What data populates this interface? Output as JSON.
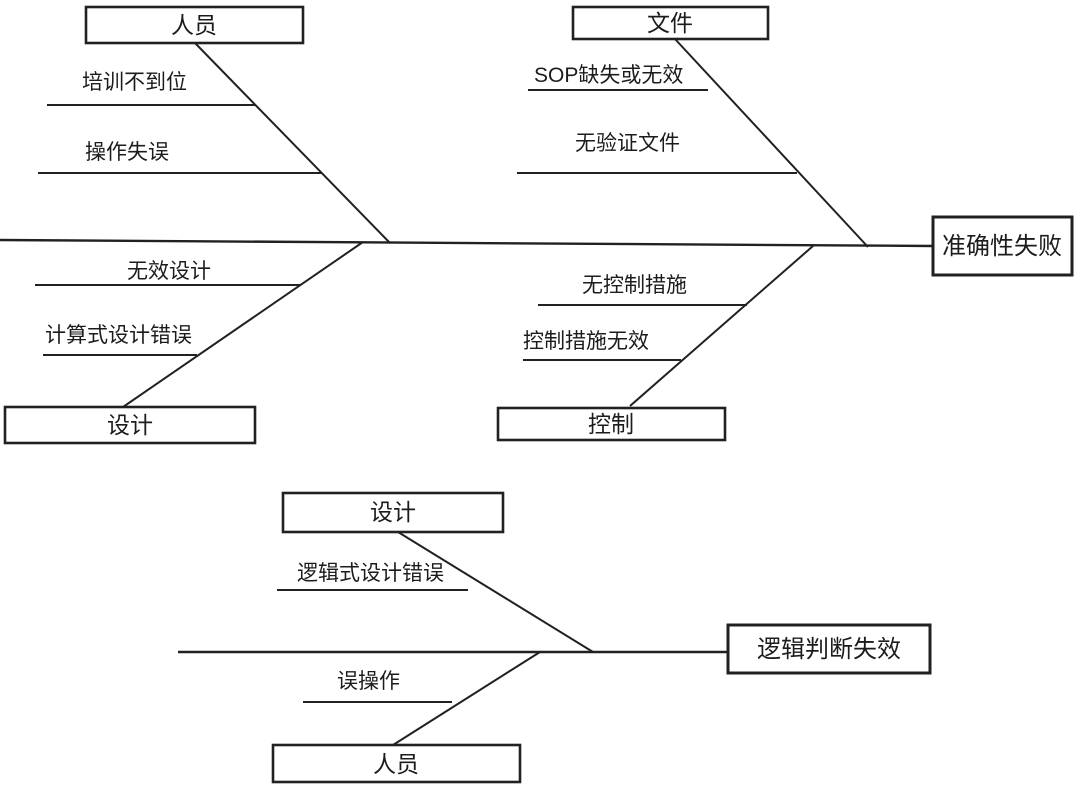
{
  "colors": {
    "line": "#212121",
    "text": "#1c1c1c",
    "box_fill": "#ffffff",
    "background": "#ffffff"
  },
  "diagram_top": {
    "effect": "准确性失败",
    "categories": [
      {
        "label": "人员",
        "causes": [
          "培训不到位",
          "操作失误"
        ]
      },
      {
        "label": "文件",
        "causes": [
          "SOP缺失或无效",
          "无验证文件"
        ]
      },
      {
        "label": "设计",
        "causes": [
          "无效设计",
          "计算式设计错误"
        ]
      },
      {
        "label": "控制",
        "causes": [
          "无控制措施",
          "控制措施无效"
        ]
      }
    ]
  },
  "diagram_bottom": {
    "effect": "逻辑判断失效",
    "categories": [
      {
        "label": "设计",
        "causes": [
          "逻辑式设计错误"
        ]
      },
      {
        "label": "人员",
        "causes": [
          "误操作"
        ]
      }
    ]
  }
}
